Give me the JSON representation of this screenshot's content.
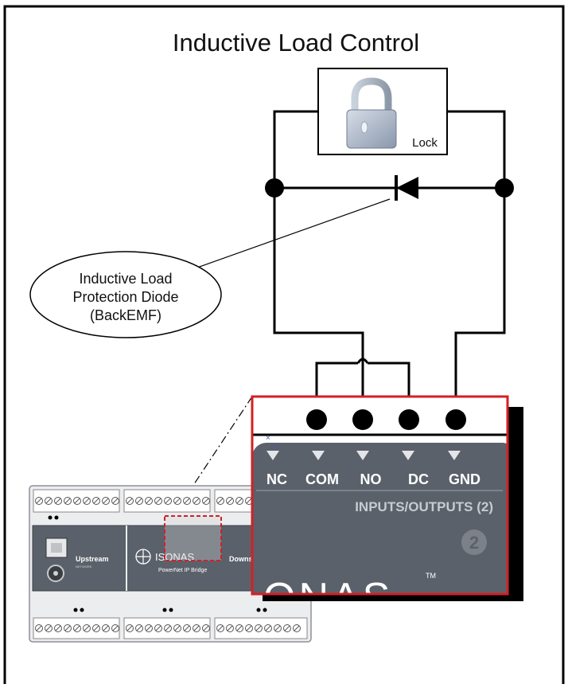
{
  "title": "Inductive Load Control",
  "lock": {
    "label": "Lock",
    "icon": "padlock-icon"
  },
  "callout": {
    "line1": "Inductive Load",
    "line2": "Protection Diode",
    "line3": "(BackEMF)"
  },
  "terminals": {
    "labels": [
      "NC",
      "COM",
      "NO",
      "DC",
      "GND"
    ],
    "section_label": "INPUTS/OUTPUTS (2)",
    "badge": "2",
    "brand_text": "ONAS",
    "trademark": "TM"
  },
  "device": {
    "upstream_label": "Upstream",
    "upstream_sub": "NETWORK",
    "brand": "ISONAS",
    "product": "PowerNet IP Bridge",
    "downstream_label": "Downst"
  },
  "colors": {
    "panel_gray": "#5b616b",
    "highlight_red": "#d41f26",
    "wire": "#000000"
  }
}
